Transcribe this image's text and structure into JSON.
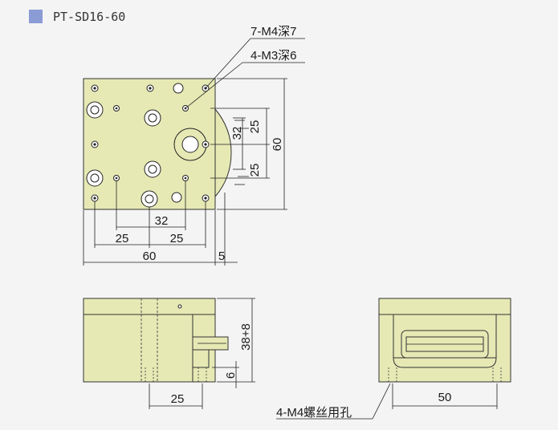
{
  "title": "PT-SD16-60",
  "colors": {
    "marker": "#8b9bd6",
    "part_fill": "#e6e9b4",
    "background": "#f4f4f4"
  },
  "callouts": {
    "m4_depth": "7-M4深7",
    "m3_depth": "4-M3深6",
    "mount_holes": "4-M4螺丝用孔"
  },
  "top_view": {
    "dim_h_32": "32",
    "dim_h_25_left": "25",
    "dim_h_25_right": "25",
    "dim_h_60": "60",
    "dim_h_5": "5",
    "dim_v_25_top": "25",
    "dim_v_32": "32",
    "dim_v_25_bottom": "25",
    "dim_v_60": "60"
  },
  "front_view": {
    "dim_height": "38+8",
    "dim_6": "6",
    "dim_25": "25"
  },
  "side_view": {
    "dim_50": "50"
  }
}
